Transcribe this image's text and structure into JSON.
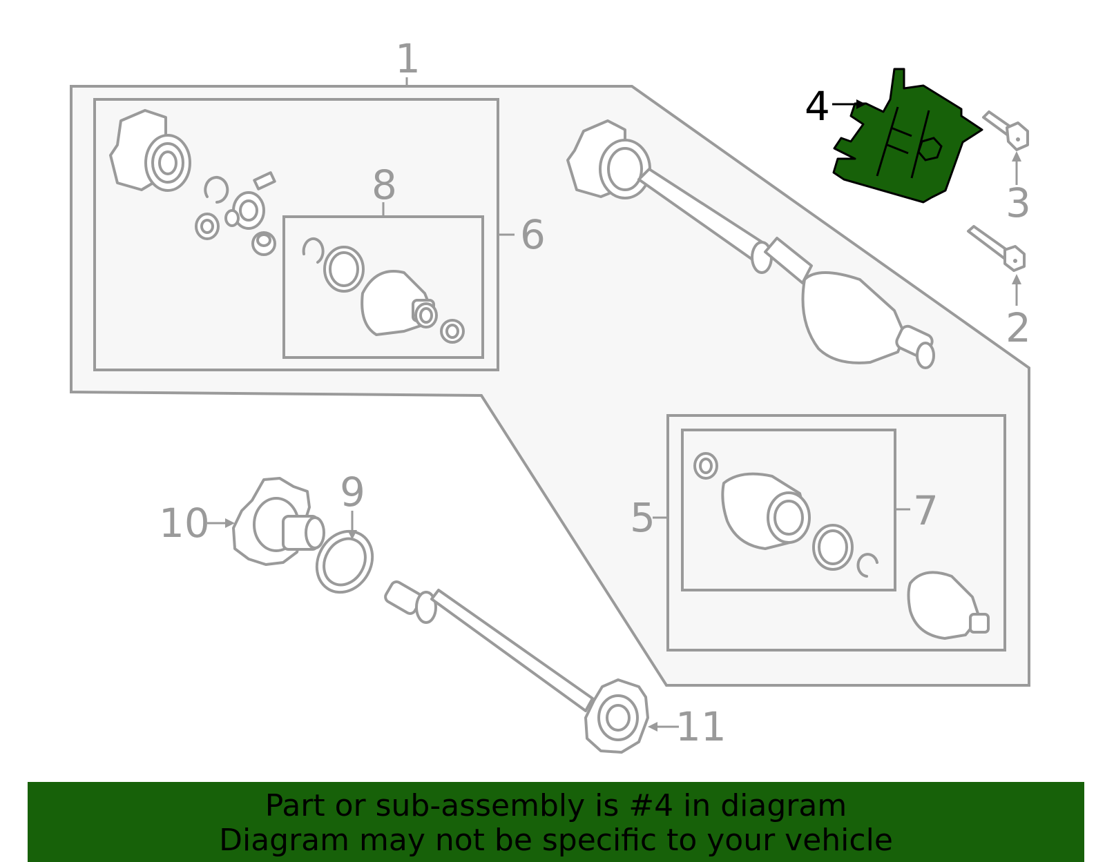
{
  "callouts": {
    "c1": "1",
    "c2": "2",
    "c3": "3",
    "c4": "4",
    "c5": "5",
    "c6": "6",
    "c7": "7",
    "c8": "8",
    "c9": "9",
    "c10": "10",
    "c11": "11"
  },
  "highlight": {
    "part_number": "4",
    "color": "#176109"
  },
  "colors": {
    "line": "#9a9a9a",
    "panel": "#f7f7f7",
    "banner": "#176109"
  },
  "banner": {
    "line1": "Part or sub-assembly is #4 in diagram",
    "line2": "Diagram may not be specific to your vehicle"
  }
}
